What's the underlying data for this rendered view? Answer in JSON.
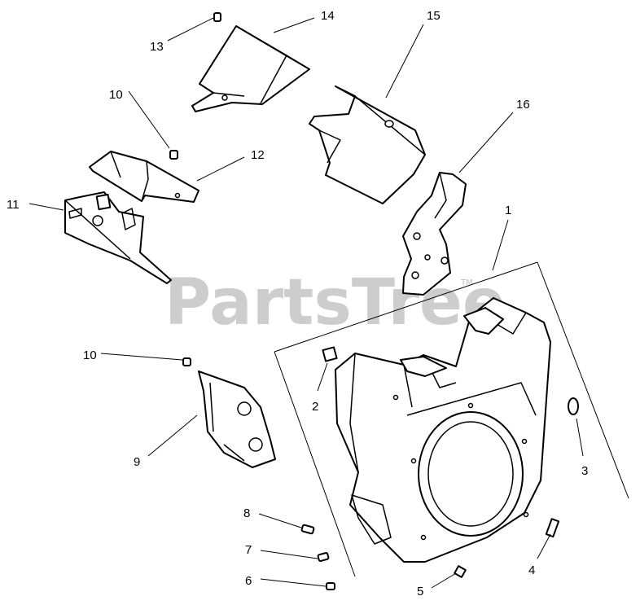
{
  "watermark": {
    "text": "PartsTree",
    "trademark": "TM"
  },
  "callouts": [
    {
      "id": "c1",
      "label": "1"
    },
    {
      "id": "c2",
      "label": "2"
    },
    {
      "id": "c3",
      "label": "3"
    },
    {
      "id": "c4",
      "label": "4"
    },
    {
      "id": "c5",
      "label": "5"
    },
    {
      "id": "c6",
      "label": "6"
    },
    {
      "id": "c7",
      "label": "7"
    },
    {
      "id": "c8",
      "label": "8"
    },
    {
      "id": "c9",
      "label": "9"
    },
    {
      "id": "c10a",
      "label": "10"
    },
    {
      "id": "c10b",
      "label": "10"
    },
    {
      "id": "c11",
      "label": "11"
    },
    {
      "id": "c12",
      "label": "12"
    },
    {
      "id": "c13",
      "label": "13"
    },
    {
      "id": "c14",
      "label": "14"
    },
    {
      "id": "c15",
      "label": "15"
    },
    {
      "id": "c16",
      "label": "16"
    }
  ]
}
